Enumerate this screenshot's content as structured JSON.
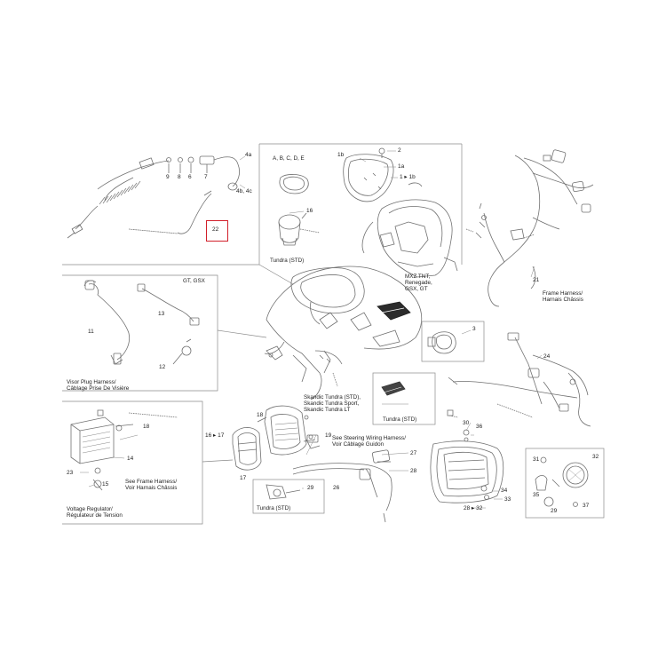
{
  "diagram": {
    "accent_color": "#d11f2a",
    "line_color": "#666666",
    "callouts": {
      "c22": "22",
      "c4a": "4a",
      "c4b4c": "4b, 4c",
      "c9": "9",
      "c8": "8",
      "c6": "6",
      "c7": "7",
      "c16": "16",
      "c1b": "1b",
      "c1a": "1a",
      "c2": "2",
      "c1to1b": "1 ▸ 1b",
      "c21": "21",
      "c11": "11",
      "c13": "13",
      "c12": "12",
      "c3": "3",
      "c24": "24",
      "c18": "18",
      "c16to17": "16 ▸ 17",
      "c17": "17",
      "c19": "19",
      "c14": "14",
      "c23": "23",
      "c15": "15",
      "c29": "29",
      "c26": "26",
      "c27": "27",
      "c28": "28",
      "c30": "30",
      "c36": "36",
      "c34": "34",
      "c33": "33",
      "c28to32": "28 ▸ 32",
      "c31": "31",
      "c32": "32",
      "c35": "35",
      "c29b": "29",
      "c37": "37"
    },
    "letters_box": "A, B, C, D, E",
    "tundra_std_1": "Tundra (STD)",
    "max_note_1": "MXZ TNT,",
    "max_note_2": "Renegade,",
    "max_note_3": "GSX, GT",
    "gt_gsx": "GT, GSX",
    "frame_harness_en": "Frame Harness/",
    "frame_harness_fr": "Harnais Châssis",
    "visor_en": "Visor Plug Harness/",
    "visor_fr": "Câblage Prise De Visière",
    "skandic_1": "Skandic Tundra (STD),",
    "skandic_2": "Skandic Tundra Sport,",
    "skandic_3": "Skandic Tundra LT",
    "tundra_std_2": "Tundra (STD)",
    "steering_en": "See Steering Wiring Harness/",
    "steering_fr": "Voir Câblage Guidon",
    "see_frame_en": "See Frame Harness/",
    "see_frame_fr": "Voir Harnais Châssis",
    "vreg_en": "Voltage Regulator/",
    "vreg_fr": "Régulateur de Tension",
    "tundra_std_3": "Tundra (STD)"
  }
}
